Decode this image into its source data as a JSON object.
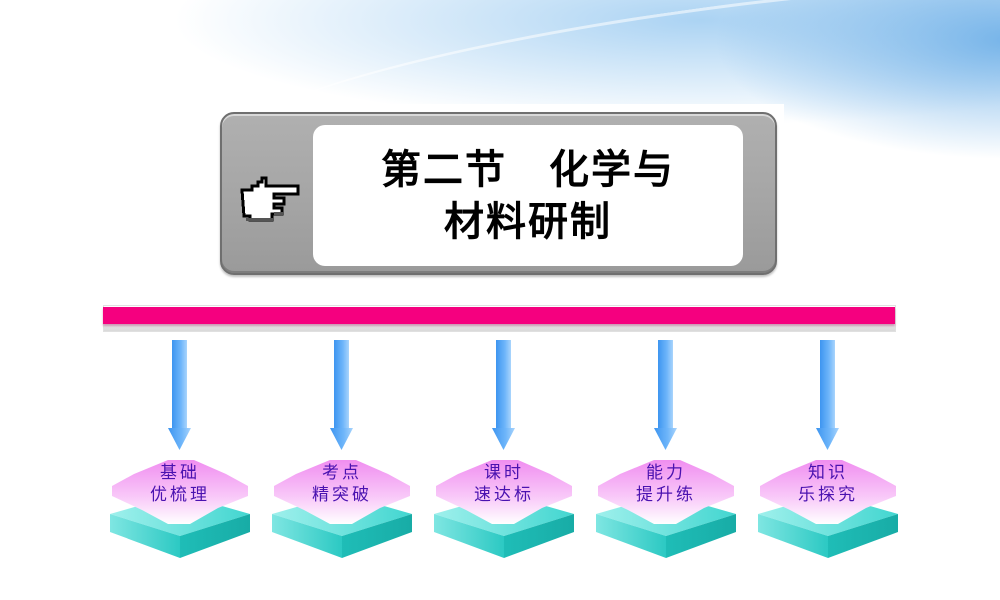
{
  "title": {
    "line1": "第二节　化学与",
    "line2": "材料研制",
    "icon": "pointing-hand-icon"
  },
  "colors": {
    "bar": "#f5007f",
    "arrow": "#4da3f5",
    "tile_top": "#f3a8f3",
    "tile_base": "#27cfc8",
    "tile_text": "#4a12b0",
    "frame": "#a6a6a6"
  },
  "sections": [
    {
      "line1": "基础",
      "line2": "优梳理"
    },
    {
      "line1": "考点",
      "line2": "精突破"
    },
    {
      "line1": "课时",
      "line2": "速达标"
    },
    {
      "line1": "能力",
      "line2": "提升练"
    },
    {
      "line1": "知识",
      "line2": "乐探究"
    }
  ]
}
